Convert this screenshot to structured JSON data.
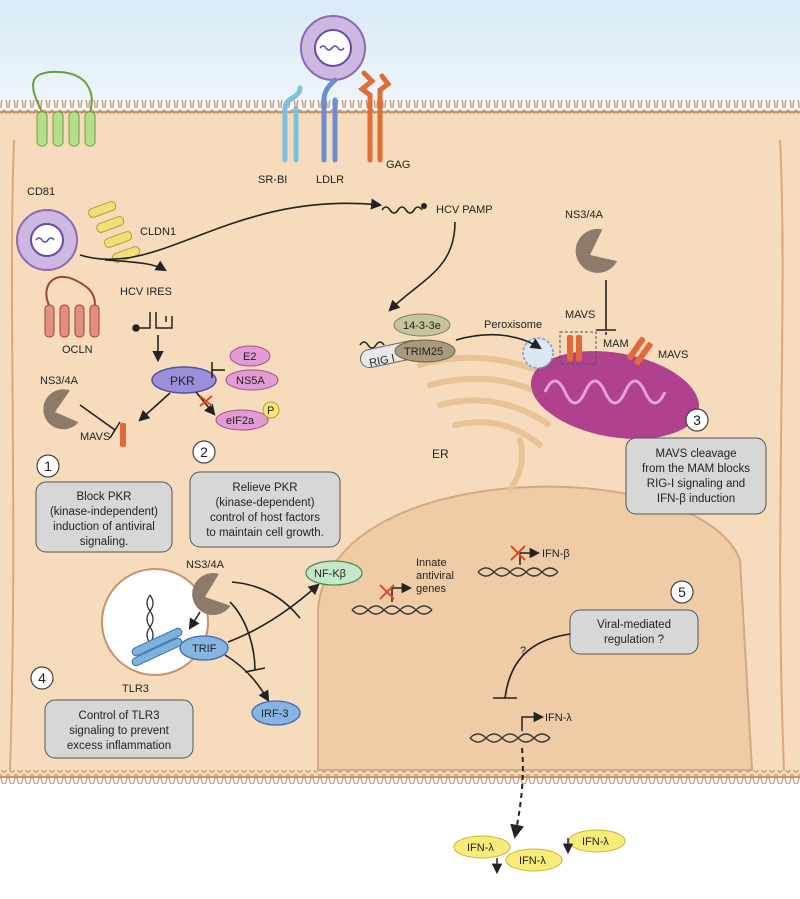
{
  "receptors": {
    "cd81": "CD81",
    "srbi": "SR-BI",
    "ldlr": "LDLR",
    "gag": "GAG",
    "cldn1": "CLDN1",
    "ocln": "OCLN"
  },
  "molecules": {
    "hcv_ires": "HCV IRES",
    "hcv_pamp": "HCV PAMP",
    "pkr": "PKR",
    "e2": "E2",
    "ns5a": "NS5A",
    "eif2a": "eIF2a",
    "p": "P",
    "ns34a_1": "NS3/4A",
    "ns34a_2": "NS3/4A",
    "ns34a_3": "NS3/4A",
    "mavs_1": "MAVS",
    "mavs_2": "MAVS",
    "mavs_3": "MAVS",
    "rig": "RIG I",
    "p1433": "14-3-3e",
    "trim25": "TRIM25",
    "peroxisome": "Peroxisome",
    "mam": "MAM",
    "er": "ER",
    "nfkb": "NF-Kβ",
    "trif": "TRIF",
    "tlr3": "TLR3",
    "irf3": "IRF-3",
    "innate": [
      "Innate",
      "antiviral",
      "genes"
    ],
    "ifnb": "IFN-β",
    "ifnl_gene": "IFN-λ",
    "question": "?",
    "ifnl_1": "IFN-λ",
    "ifnl_2": "IFN-λ",
    "ifnl_3": "IFN-λ"
  },
  "steps": [
    {
      "num": "1",
      "lines": [
        "Block PKR",
        "(kinase-independent)",
        "induction of antiviral",
        "signaling."
      ]
    },
    {
      "num": "2",
      "lines": [
        "Relieve PKR",
        "(kinase-dependent)",
        "control of host factors",
        "to maintain cell growth."
      ]
    },
    {
      "num": "3",
      "lines": [
        "MAVS cleavage",
        "from the MAM blocks",
        "RIG-I signaling and",
        "IFN-β induction"
      ]
    },
    {
      "num": "4",
      "lines": [
        "Control of TLR3",
        "signaling to prevent",
        "excess inflammation"
      ]
    },
    {
      "num": "5",
      "lines": [
        "Viral-mediated",
        "regulation ?"
      ]
    }
  ],
  "colors": {
    "cell": "#f6dcbc",
    "membrane": "#e7b98d",
    "nucleus": "#efcca5",
    "pkr": "#9b8fd9",
    "pink": "#e39bd3",
    "mito": "#b0418f",
    "trif": "#86b5e3",
    "ifn": "#f7ec7a",
    "pacman": "#8e7a6b"
  }
}
